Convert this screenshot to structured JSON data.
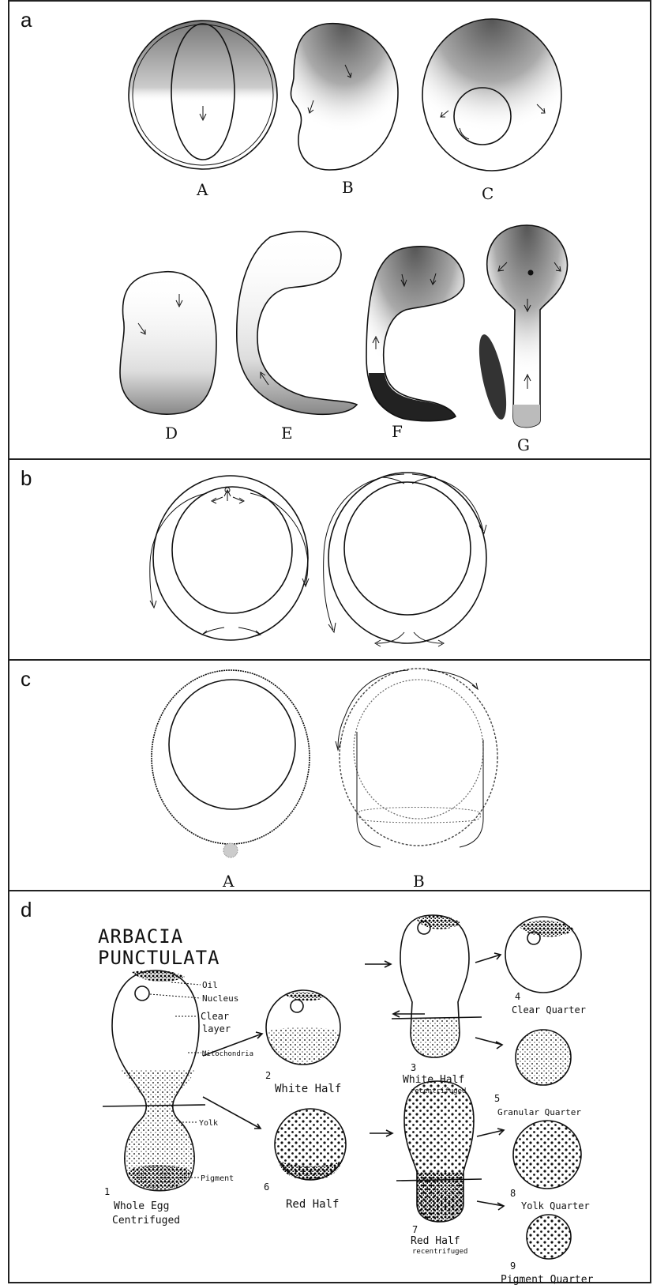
{
  "panels": {
    "a": {
      "label": "a",
      "stage_labels": [
        "A",
        "B",
        "C",
        "D",
        "E",
        "F",
        "G"
      ]
    },
    "b": {
      "label": "b"
    },
    "c": {
      "label": "c",
      "stage_labels": [
        "A",
        "B"
      ]
    },
    "d": {
      "label": "d",
      "title_line1": "ARBACIA",
      "title_line2": "PUNCTULATA",
      "layer_labels": {
        "oil": "Oil",
        "nucleus": "Nucleus",
        "clear_layer_1": "Clear",
        "clear_layer_2": "layer",
        "mitochondria": "Mitochondria",
        "yolk": "Yolk",
        "pigment": "Pigment"
      },
      "fragments": {
        "f1_num": "1",
        "f1_line1": "Whole Egg",
        "f1_line2": "Centrifuged",
        "f2_num": "2",
        "f2_name": "White Half",
        "f3_num": "3",
        "f3_line1": "White Half",
        "f3_line2": "recentrifuged",
        "f4_num": "4",
        "f4_name": "Clear Quarter",
        "f5_num": "5",
        "f5_name": "Granular Quarter",
        "f6_num": "6",
        "f6_name": "Red Half",
        "f7_num": "7",
        "f7_line1": "Red Half",
        "f7_line2": "recentrifuged",
        "f8_num": "8",
        "f8_name": "Yolk Quarter",
        "f9_num": "9",
        "f9_name": "Pigment Quarter"
      }
    }
  }
}
